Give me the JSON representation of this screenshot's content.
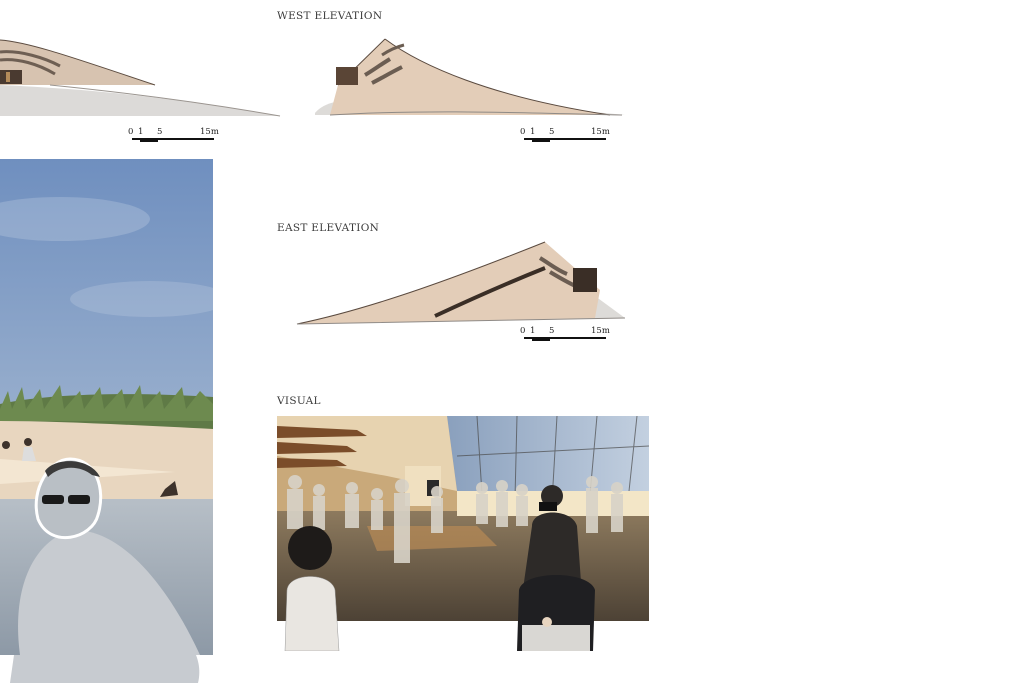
{
  "board": {
    "west_elevation": {
      "title": "WEST ELEVATION"
    },
    "east_elevation": {
      "title": "EAST ELEVATION"
    },
    "visual": {
      "title": "VISUAL"
    },
    "scale_bar": {
      "t0": "0",
      "t1": "1",
      "t5": "5",
      "t15": "15m"
    }
  },
  "colors": {
    "sand": "#e9d9c6",
    "roof": "#d9bfa6",
    "ground": "#dcdad8",
    "sky": "#7f9cc5",
    "dark": "#3a2e26"
  }
}
